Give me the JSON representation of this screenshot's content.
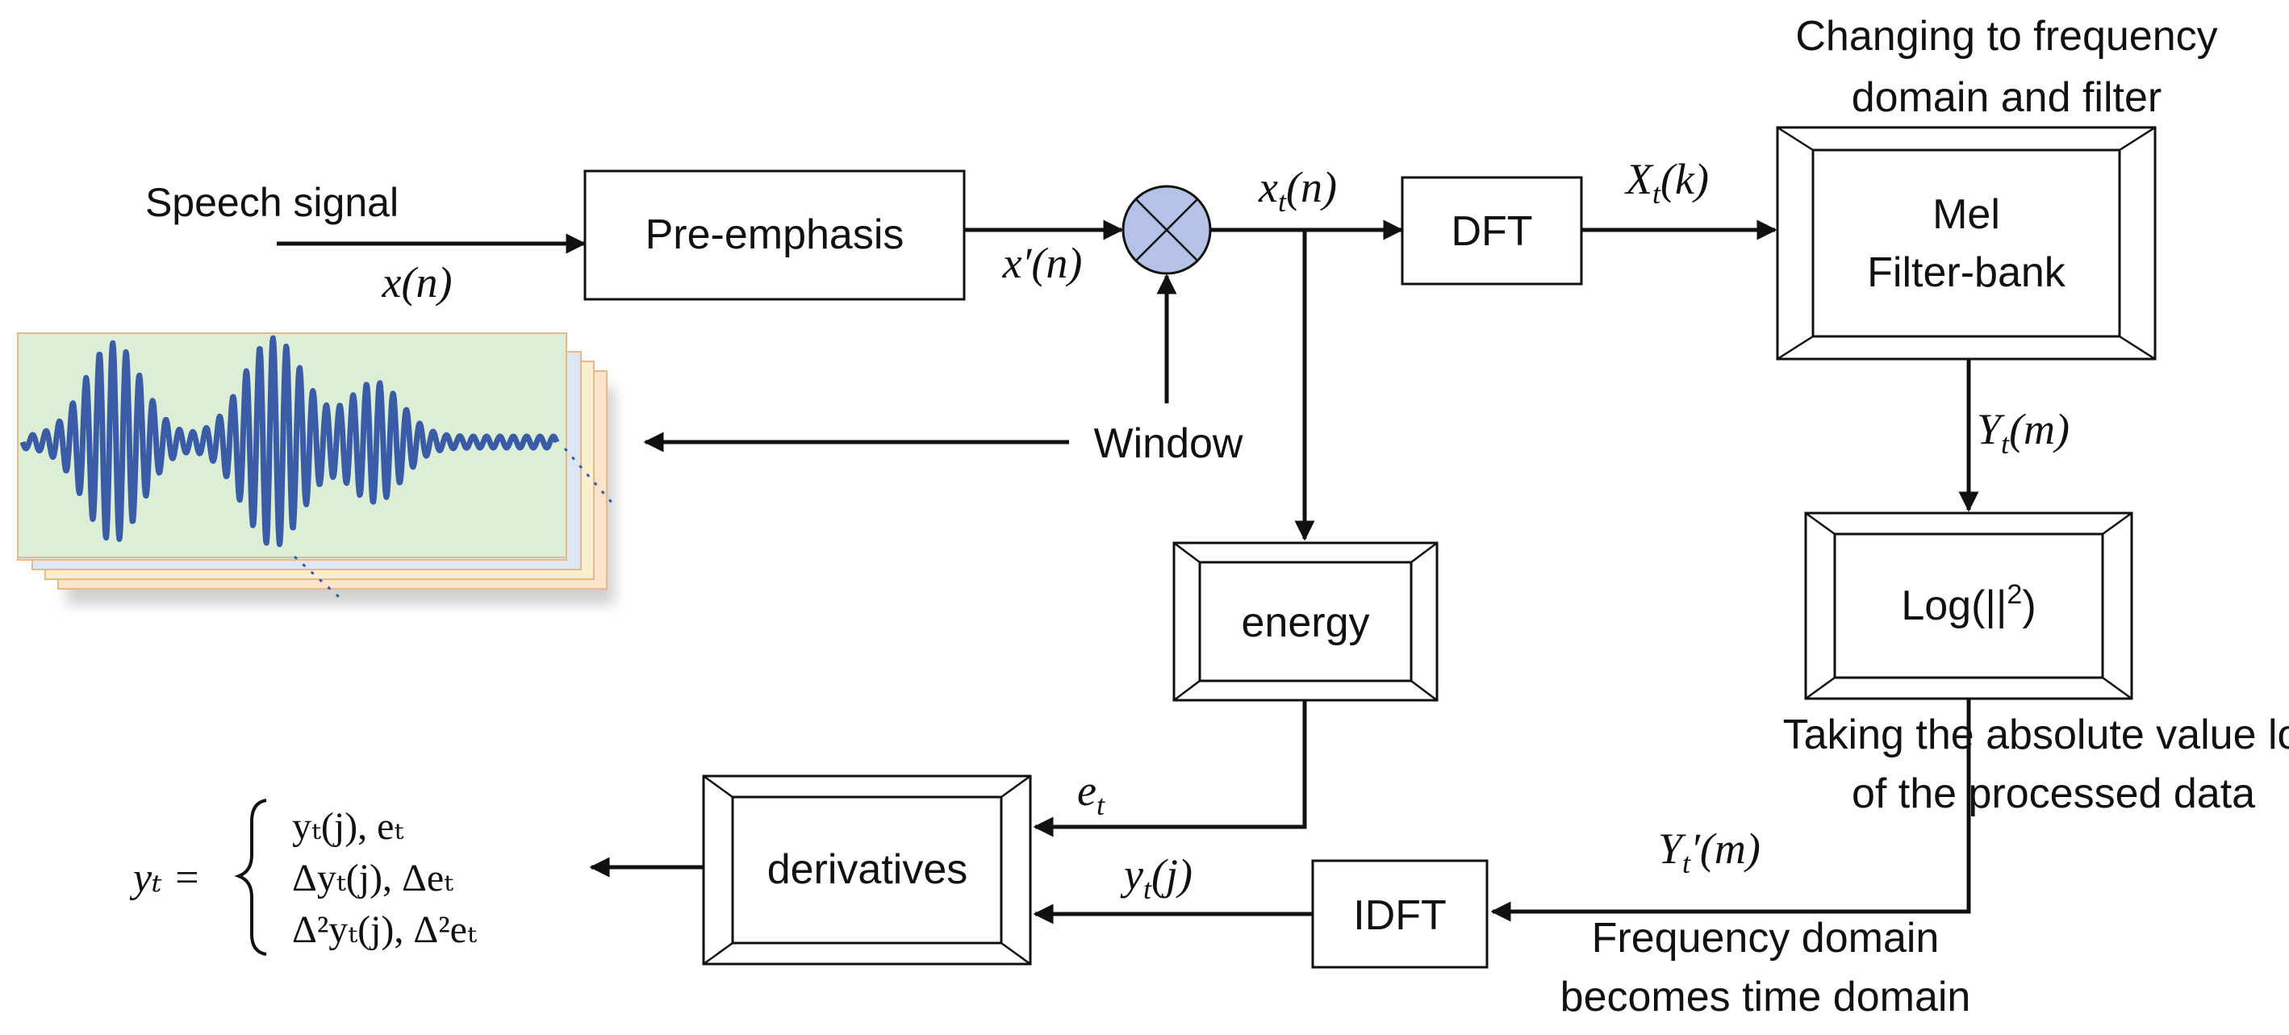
{
  "labels": {
    "speech_signal": "Speech signal",
    "window": "Window",
    "mel_caption_1": "Changing to frequency",
    "mel_caption_2": "domain and filter",
    "log_caption_1": "Taking the absolute value log",
    "log_caption_2": "of the processed data",
    "idft_caption_1": "Frequency domain",
    "idft_caption_2": "becomes time domain"
  },
  "blocks": {
    "pre_emphasis": "Pre-emphasis",
    "dft": "DFT",
    "mel_line1": "Mel",
    "mel_line2": "Filter-bank",
    "log_base": "Log(||",
    "log_sup": "2",
    "log_close": ")",
    "energy": "energy",
    "derivatives": "derivatives",
    "idft": "IDFT"
  },
  "signals": {
    "x_n": "x(n)",
    "x_prime_n": "x′(n)",
    "xt_base": "x",
    "xt_sub": "t",
    "xt_arg": "(n)",
    "Xt_base": "X",
    "Xt_sub": "t",
    "Xt_arg": "(k)",
    "Yt_base": "Y",
    "Yt_sub": "t",
    "Yt_arg": "(m)",
    "Ytp_base": "Y",
    "Ytp_sub": "t",
    "Ytp_arg": "′(m)",
    "et_base": "e",
    "et_sub": "t",
    "yt_base": "y",
    "yt_sub": "t",
    "yt_arg": "(j)"
  },
  "formula": {
    "lhs": "yₜ =",
    "row1": "yₜ(j), eₜ",
    "row2": "Δyₜ(j), Δeₜ",
    "row3": "Δ²yₜ(j), Δ²eₜ"
  },
  "colors": {
    "multiplier_fill": "#b4c2e6",
    "waveform": "#3a5ba6",
    "frame_green": "#dcefd6",
    "frame_blue": "#dde6f3",
    "frame_yellow": "#fbefcf",
    "frame_orange": "#fbe3cc",
    "frame_border": "#e7b988"
  }
}
